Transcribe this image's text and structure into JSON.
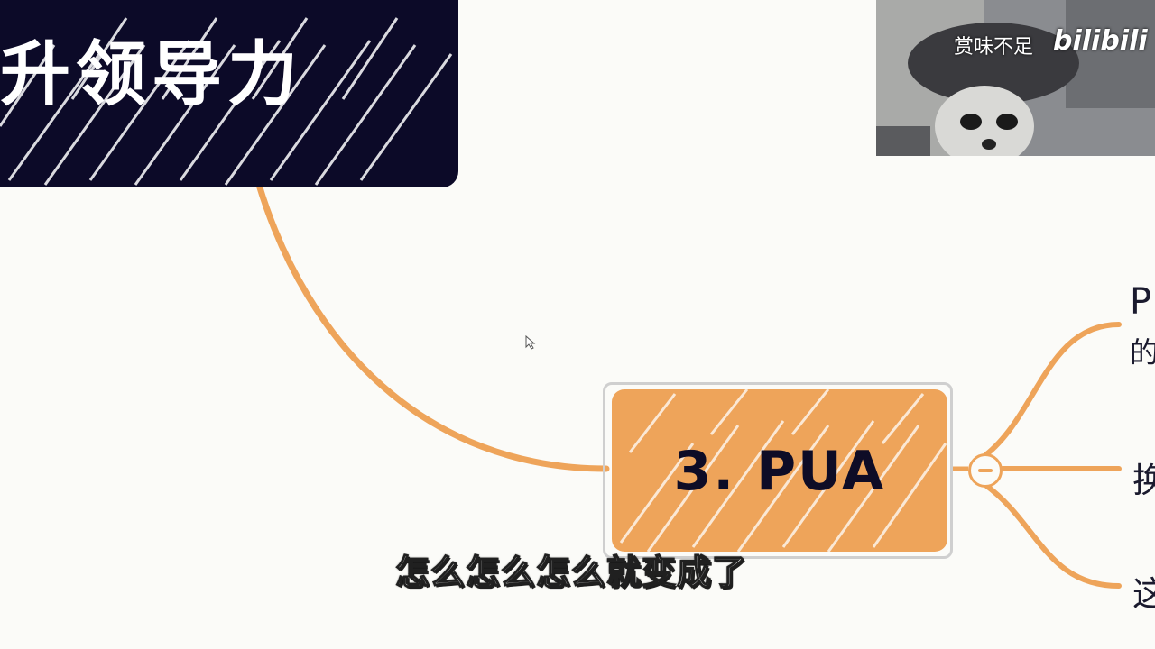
{
  "mindmap": {
    "parent_node": {
      "title": "升领导力"
    },
    "focus_node": {
      "title": "3. PUA"
    },
    "children": [
      {
        "label_line1": "P",
        "label_line2": "的"
      },
      {
        "label": "换"
      },
      {
        "label": "这"
      }
    ],
    "branch_color": "#eea45a",
    "parent_bg": "#0c0a28"
  },
  "overlay": {
    "watermark_text": "赏味不足",
    "watermark_logo": "bilibili"
  },
  "subtitle": "怎么怎么怎么就变成了"
}
